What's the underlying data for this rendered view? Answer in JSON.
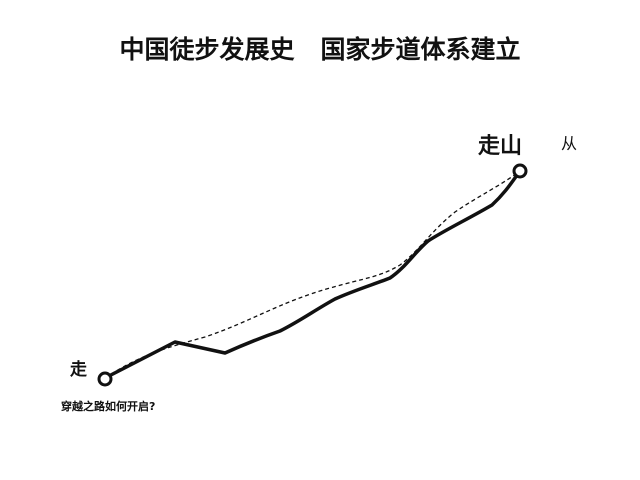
{
  "title": "中国徒步发展史   国家步道体系建立",
  "start": {
    "label": "走",
    "caption": "穿越之路如何开启?"
  },
  "end": {
    "label": "走山",
    "note": "从"
  },
  "colors": {
    "ink": "#111111",
    "background": "#ffffff"
  }
}
